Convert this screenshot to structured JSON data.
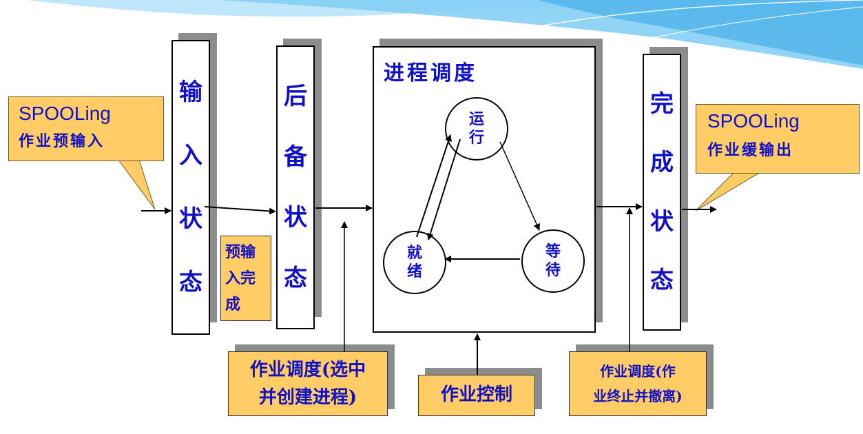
{
  "states": {
    "input": [
      "输",
      "入",
      "状",
      "态"
    ],
    "backup": [
      "后",
      "备",
      "状",
      "态"
    ],
    "done": [
      "完",
      "成",
      "状",
      "态"
    ]
  },
  "process": {
    "title": "进程调度",
    "running": [
      "运",
      "行"
    ],
    "ready": [
      "就",
      "绪"
    ],
    "waiting": [
      "等",
      "待"
    ]
  },
  "callouts": {
    "left": {
      "title": "SPOOLing",
      "subtitle": "作业预输入"
    },
    "right": {
      "title": "SPOOLing",
      "subtitle": "作业缓输出"
    }
  },
  "notes": {
    "preinput": [
      "预输",
      "入完",
      "成"
    ],
    "job_schedule": [
      "作业调度(选中",
      "并创建进程)"
    ],
    "job_control": "作业控制",
    "job_terminate": [
      "作业调度(作",
      "业终止并撤离)"
    ]
  },
  "colors": {
    "text": "#1010c8",
    "note_fill": "#ffcc66",
    "shadow": "#8c8c8c",
    "wave": "#4fb3ea"
  }
}
